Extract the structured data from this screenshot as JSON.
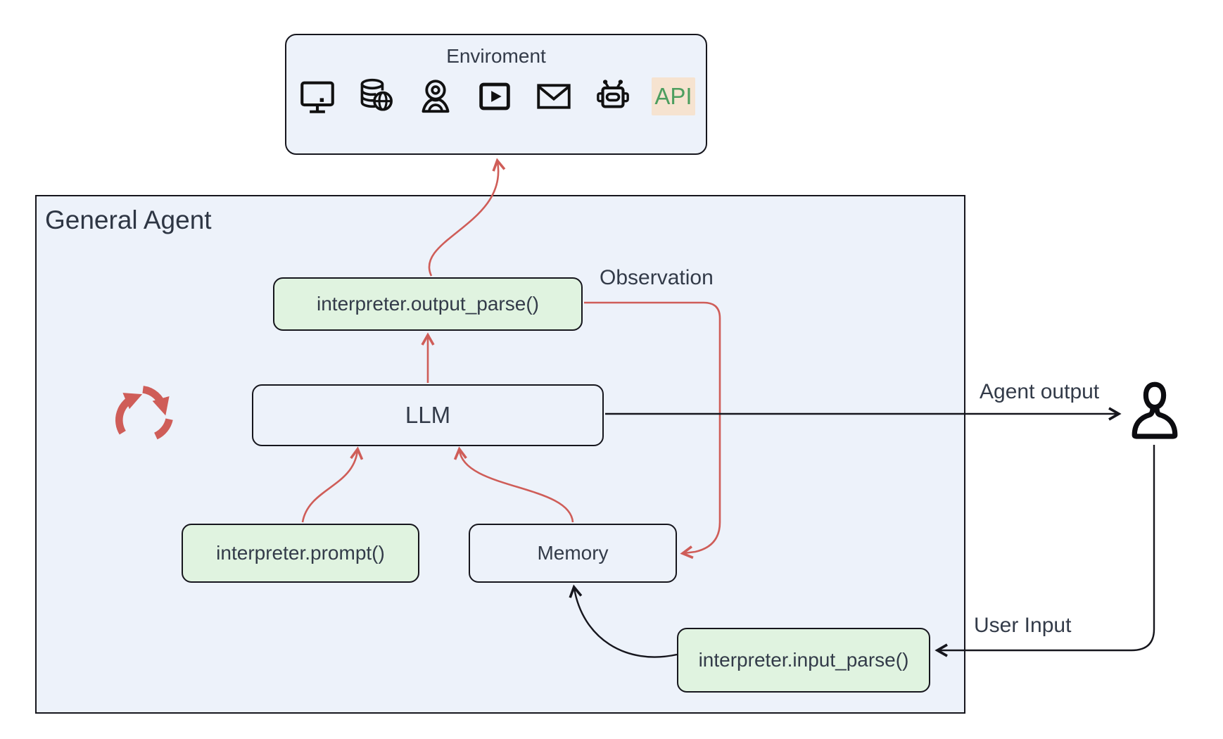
{
  "environment": {
    "title": "Enviroment",
    "icons": [
      "monitor",
      "database-globe",
      "webcam",
      "video-player",
      "email",
      "robot"
    ],
    "api_label": "API"
  },
  "agent": {
    "title": "General Agent",
    "output_parse": "interpreter.output_parse()",
    "llm": "LLM",
    "prompt": "interpreter.prompt()",
    "memory": "Memory",
    "input_parse": "interpreter.input_parse()"
  },
  "labels": {
    "observation": "Observation",
    "agent_output": "Agent output",
    "user_input": "User Input"
  },
  "colors": {
    "accent_red": "#cf5d58",
    "box_green": "#e0f3e0",
    "panel_blue": "#edf2fa",
    "api_green": "#4d9e5f",
    "api_bg": "#f6e3d0",
    "ink": "#16161d"
  }
}
